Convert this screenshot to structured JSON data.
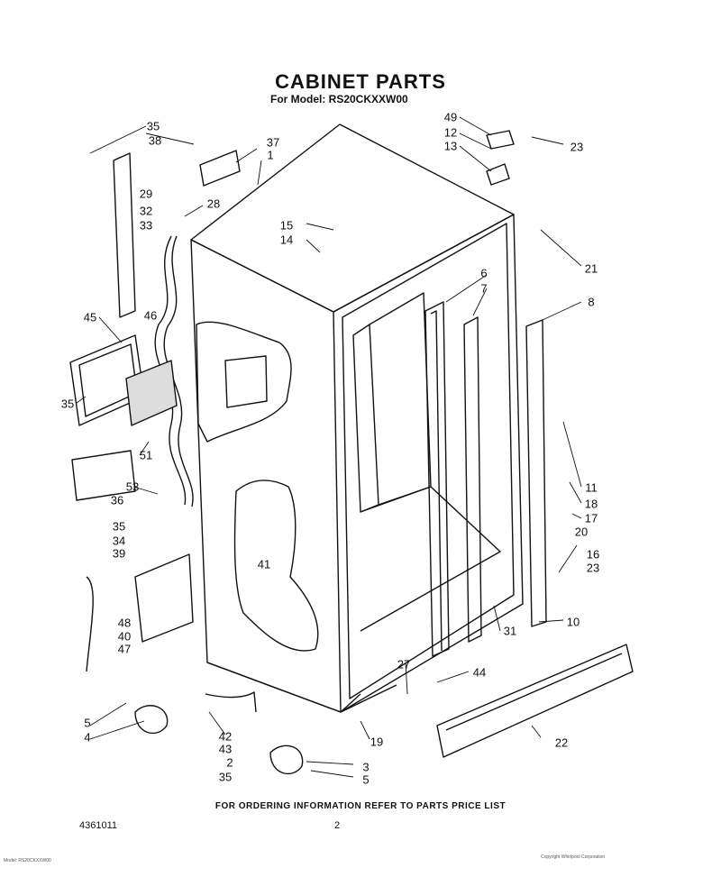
{
  "header": {
    "title": "CABINET PARTS",
    "model_line": "For Model: RS20CKXXW00"
  },
  "footer": {
    "ordering_note": "FOR ORDERING INFORMATION REFER TO PARTS PRICE LIST",
    "document_number": "4361011",
    "page_number": "2",
    "fine_print_left": "Model: RS20CKXXW00",
    "fine_print_right": "Copyright Whirlpool Corporation"
  },
  "callouts": [
    "35",
    "38",
    "37",
    "1",
    "29",
    "28",
    "32",
    "33",
    "15",
    "14",
    "49",
    "12",
    "13",
    "23",
    "21",
    "6",
    "7",
    "8",
    "45",
    "46",
    "35",
    "51",
    "53",
    "36",
    "35",
    "34",
    "39",
    "41",
    "11",
    "18",
    "17",
    "20",
    "16",
    "23",
    "48",
    "40",
    "47",
    "31",
    "10",
    "27",
    "44",
    "5",
    "4",
    "42",
    "43",
    "2",
    "35",
    "19",
    "3",
    "5",
    "22"
  ]
}
